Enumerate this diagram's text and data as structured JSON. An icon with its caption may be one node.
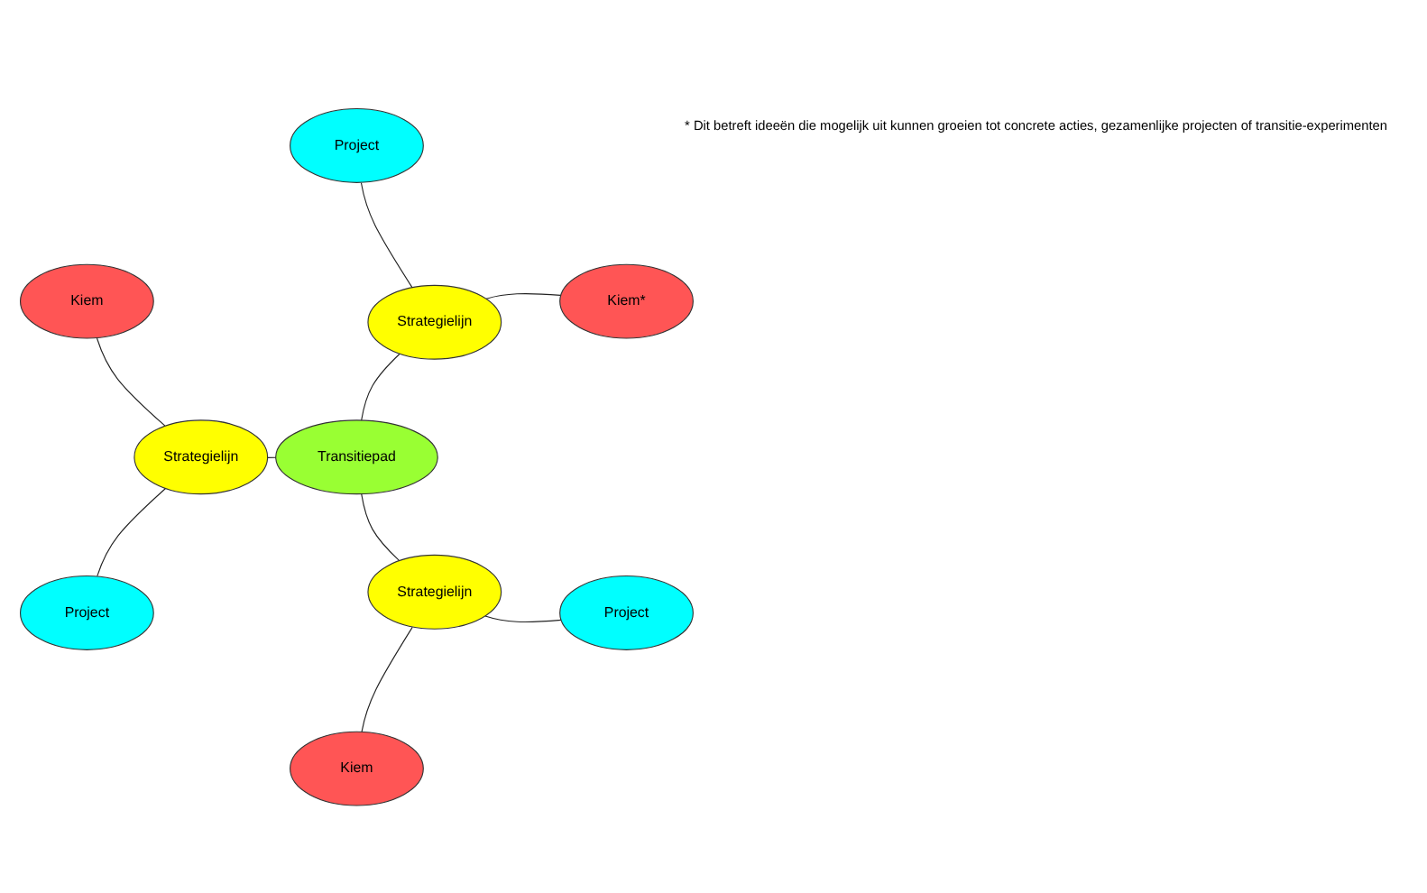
{
  "diagram": {
    "nodes": [
      {
        "text": [
          "Transitiepad"
        ]
      },
      {
        "text": [
          "Strategielijn"
        ]
      },
      {
        "text": [
          "Kiem*"
        ]
      },
      {
        "text": [
          "Project"
        ]
      },
      {
        "text": [
          "Strategielijn"
        ]
      },
      {
        "text": [
          "Kiem"
        ]
      },
      {
        "text": [
          "Project"
        ]
      },
      {
        "text": [
          "Strategielijn"
        ]
      },
      {
        "text": [
          "Kiem"
        ]
      },
      {
        "text": [
          "Project"
        ]
      }
    ],
    "edges": [
      {
        "from": 0,
        "to": 1,
        "arrow": "none"
      },
      {
        "from": 1,
        "to": 2,
        "arrow": "none"
      },
      {
        "from": 1,
        "to": 3,
        "arrow": "none"
      },
      {
        "from": 0,
        "to": 4,
        "arrow": "none"
      },
      {
        "from": 4,
        "to": 5,
        "arrow": "none"
      },
      {
        "from": 4,
        "to": 6,
        "arrow": "none"
      },
      {
        "from": 0,
        "to": 7,
        "arrow": "none"
      },
      {
        "from": 7,
        "to": 8,
        "arrow": "none"
      },
      {
        "from": 7,
        "to": 9,
        "arrow": "none"
      }
    ],
    "labels": [
      "* Dit betreft ideeën die mogelijk uit kunnen groeien tot concrete acties, gezamenlijke projecten of transitie-experimenten"
    ]
  }
}
